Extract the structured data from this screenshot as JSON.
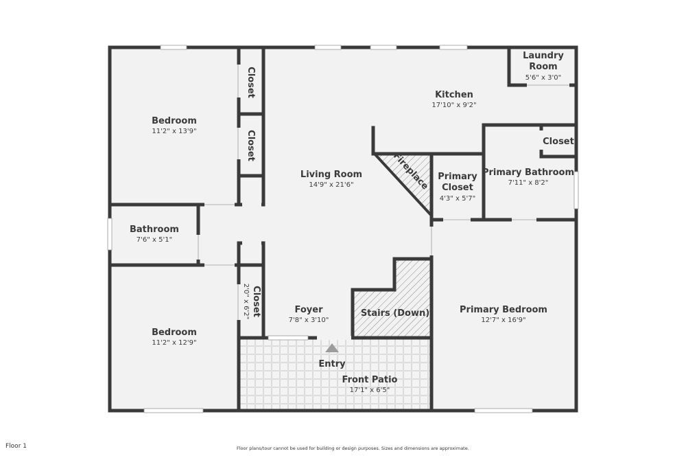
{
  "floor_label": "Floor 1",
  "disclaimer": "Floor plans/tour cannot be used for building or design purposes. Sizes and dimensions are approximate.",
  "colors": {
    "wall": "#3a3a3a",
    "floor": "#f2f2f2",
    "window": "#ffffff",
    "hatch": "#888888"
  },
  "rooms": {
    "bedroom_1": {
      "name": "Bedroom",
      "dims": "11'2\" x 13'9\""
    },
    "closet_1": {
      "name": "Closet"
    },
    "closet_2": {
      "name": "Closet"
    },
    "living_room": {
      "name": "Living Room",
      "dims": "14'9\" x 21'6\""
    },
    "kitchen": {
      "name": "Kitchen",
      "dims": "17'10\" x 9'2\""
    },
    "laundry": {
      "name_line1": "Laundry",
      "name_line2": "Room",
      "dims": "5'6\" x 3'0\""
    },
    "closet_4": {
      "name": "Closet"
    },
    "primary_bathroom": {
      "name": "Primary Bathroom",
      "dims": "7'11\" x 8'2\""
    },
    "primary_closet": {
      "name_line1": "Primary",
      "name_line2": "Closet",
      "dims": "4'3\" x 5'7\""
    },
    "fireplace": {
      "name": "Fireplace"
    },
    "bathroom": {
      "name": "Bathroom",
      "dims": "7'6\" x 5'1\""
    },
    "closet_3": {
      "name": "Closet",
      "dims": "2'0\" x 6'2\""
    },
    "foyer": {
      "name": "Foyer",
      "dims": "7'8\" x 3'10\""
    },
    "stairs": {
      "name": "Stairs (Down)"
    },
    "primary_bedroom": {
      "name": "Primary Bedroom",
      "dims": "12'7\" x 16'9\""
    },
    "bedroom_2": {
      "name": "Bedroom",
      "dims": "11'2\" x 12'9\""
    },
    "entry": {
      "name": "Entry"
    },
    "front_patio": {
      "name": "Front Patio",
      "dims": "17'1\" x 6'5\""
    }
  }
}
